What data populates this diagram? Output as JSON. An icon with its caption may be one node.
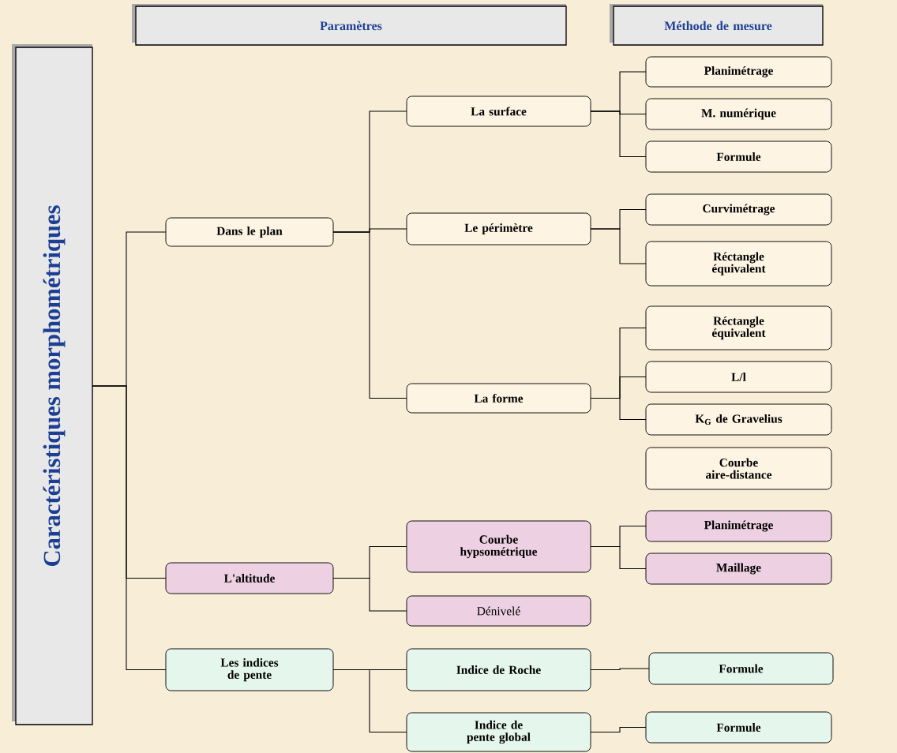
{
  "diagram": {
    "nodes": [
      {
        "text": [
          "Paramètres"
        ]
      },
      {
        "text": [
          "Méthode de mesure"
        ]
      },
      {
        "text": [
          "Caractéristiques morphométriques"
        ]
      },
      {
        "text": [
          "Dans le plan"
        ]
      },
      {
        "text": [
          "L'altitude"
        ]
      },
      {
        "text": [
          "Les indices de pente"
        ]
      },
      {
        "text": [
          "La surface"
        ]
      },
      {
        "text": [
          "Le périmètre"
        ]
      },
      {
        "text": [
          "La forme"
        ]
      },
      {
        "text": [
          "Courbe hypsométrique"
        ]
      },
      {
        "text": [
          "Dénivelé"
        ]
      },
      {
        "text": [
          "Indice de Roche"
        ]
      },
      {
        "text": [
          "Indice de pente global"
        ]
      },
      {
        "text": [
          "Planimétrage"
        ]
      },
      {
        "text": [
          "M. numérique"
        ]
      },
      {
        "text": [
          "Formule"
        ]
      },
      {
        "text": [
          "Curvimétrage"
        ]
      },
      {
        "text": [
          "Réctangle équivalent"
        ]
      },
      {
        "text": [
          "Réctangle équivalent"
        ]
      },
      {
        "text": [
          "L/l"
        ]
      },
      {
        "text": [
          "K$_{G}$ de Gravelius"
        ]
      },
      {
        "text": [
          "Courbe aire-distance"
        ]
      },
      {
        "text": [
          "Planimétrage"
        ]
      },
      {
        "text": [
          "Maillage"
        ]
      },
      {
        "text": [
          "Formule"
        ]
      },
      {
        "text": [
          "Formule"
        ]
      }
    ],
    "edges": [
      {
        "from": 2,
        "to": 3,
        "arrow": "none"
      },
      {
        "from": 2,
        "to": 4,
        "arrow": "none"
      },
      {
        "from": 2,
        "to": 5,
        "arrow": "none"
      },
      {
        "from": 3,
        "to": 6,
        "arrow": "none"
      },
      {
        "from": 3,
        "to": 7,
        "arrow": "none"
      },
      {
        "from": 3,
        "to": 8,
        "arrow": "none"
      },
      {
        "from": 4,
        "to": 9,
        "arrow": "none"
      },
      {
        "from": 4,
        "to": 10,
        "arrow": "none"
      },
      {
        "from": 5,
        "to": 11,
        "arrow": "none"
      },
      {
        "from": 5,
        "to": 12,
        "arrow": "none"
      },
      {
        "from": 6,
        "to": 13,
        "arrow": "none"
      },
      {
        "from": 6,
        "to": 14,
        "arrow": "none"
      },
      {
        "from": 6,
        "to": 15,
        "arrow": "none"
      },
      {
        "from": 7,
        "to": 16,
        "arrow": "none"
      },
      {
        "from": 7,
        "to": 17,
        "arrow": "none"
      },
      {
        "from": 8,
        "to": 18,
        "arrow": "none"
      },
      {
        "from": 8,
        "to": 19,
        "arrow": "none"
      },
      {
        "from": 8,
        "to": 20,
        "arrow": "none"
      },
      {
        "from": 9,
        "to": 22,
        "arrow": "none"
      },
      {
        "from": 9,
        "to": 23,
        "arrow": "none"
      },
      {
        "from": 11,
        "to": 24,
        "arrow": "none"
      },
      {
        "from": 12,
        "to": 25,
        "arrow": "none"
      }
    ]
  }
}
